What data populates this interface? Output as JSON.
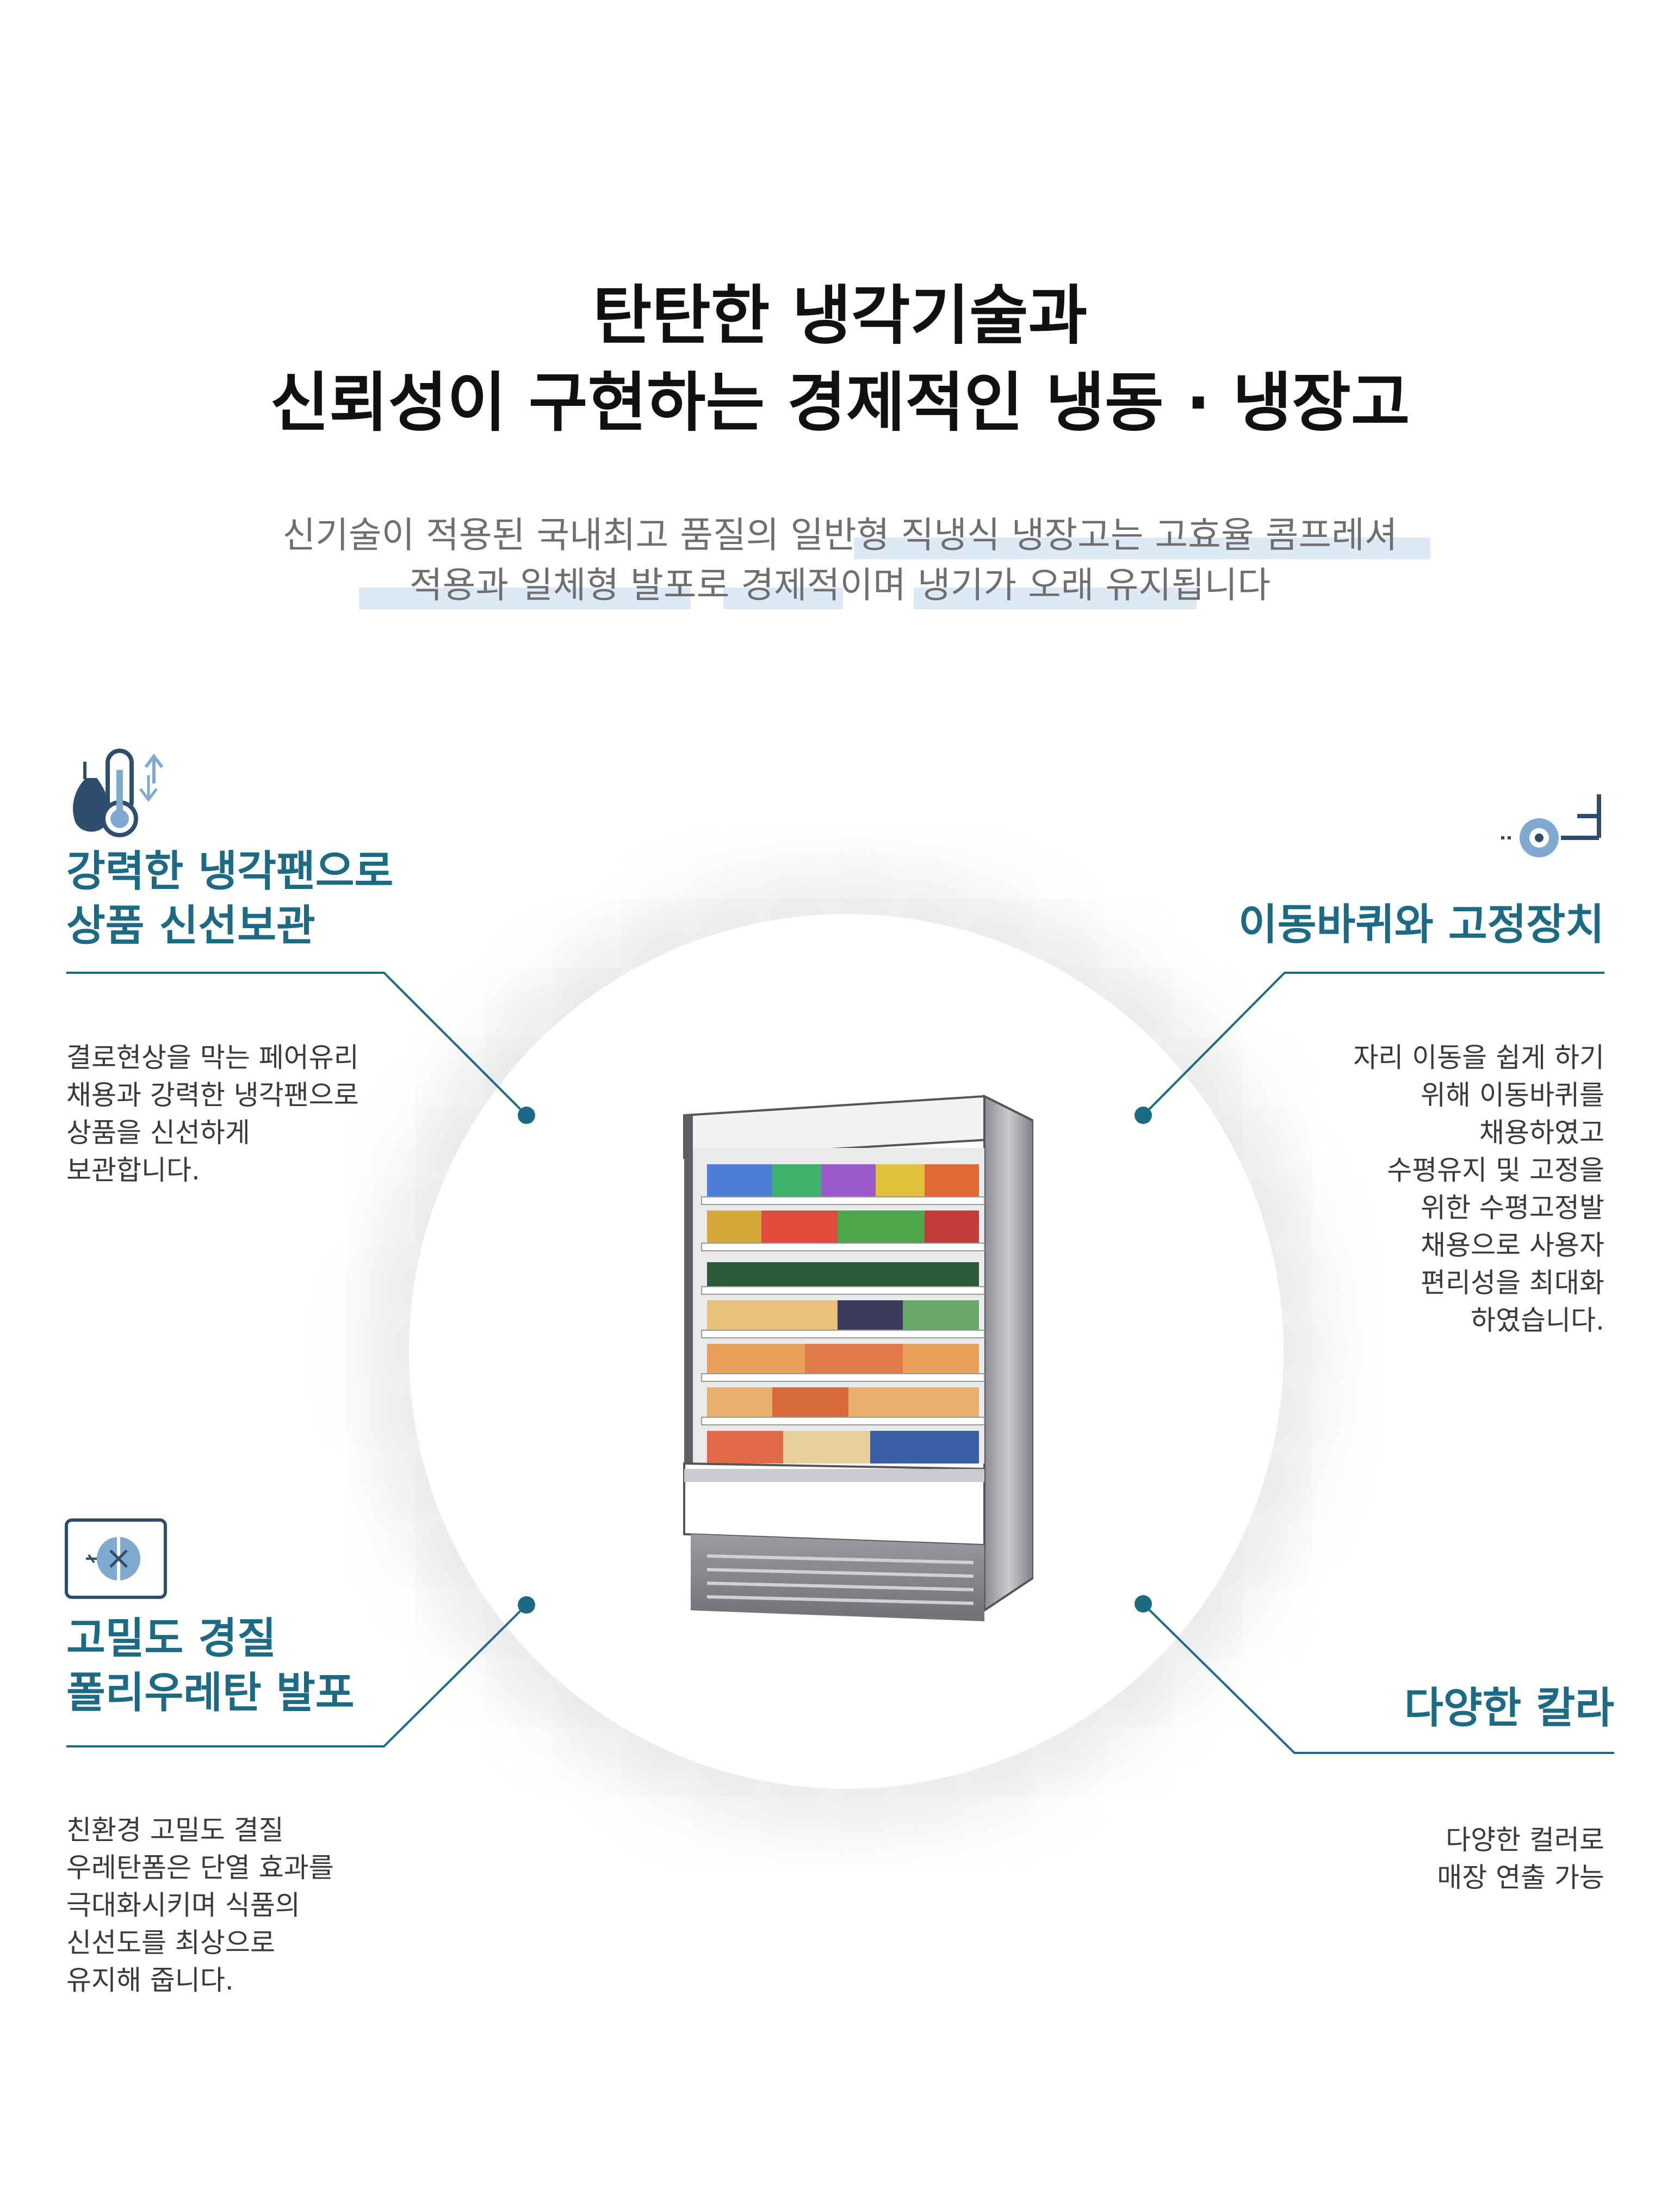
{
  "heading": {
    "line1": "탄탄한 냉각기술과",
    "line2": "신뢰성이 구현하는 경제적인 냉동 · 냉장고"
  },
  "intro": {
    "line1": "신기술이 적용된 국내최고 품질의 일반형 직냉식 냉장고는 고효율 콤프레셔",
    "line2": "적용과 일체형 발포로 경제적이며 냉기가 오래 유지됩니다"
  },
  "features": {
    "cooling": {
      "icon": "thermometer-icon",
      "title1": "강력한 냉각팬으로",
      "title2": "상품 신선보관",
      "desc": [
        "결로현상을 막는 페어유리",
        "채용과 강력한 냉각팬으로",
        "상품을 신선하게",
        "보관합니다."
      ]
    },
    "wheels": {
      "icon": "caster-wheel-icon",
      "title": "이동바퀴와 고정장치",
      "desc": [
        "자리 이동을 쉽게 하기",
        "위해 이동바퀴를",
        "채용하였고",
        "수평유지 및 고정을",
        "위한 수평고정발",
        "채용으로 사용자",
        "편리성을 최대화",
        "하였습니다."
      ]
    },
    "insulation": {
      "icon": "insulation-foam-icon",
      "title1": "고밀도 경질",
      "title2": "폴리우레탄 발포",
      "desc": [
        "친환경 고밀도 결질",
        "우레탄폼은 단열 효과를",
        "극대화시키며 식품의",
        "신선도를 최상으로",
        "유지해 줍니다."
      ]
    },
    "color": {
      "title": "다양한 칼라",
      "desc": [
        "다양한 컬러로",
        "매장 연출 가능"
      ]
    }
  },
  "colors": {
    "accent": "#1c6a84",
    "highlight": "#dde9f5",
    "icon": "#2f4e6b"
  }
}
